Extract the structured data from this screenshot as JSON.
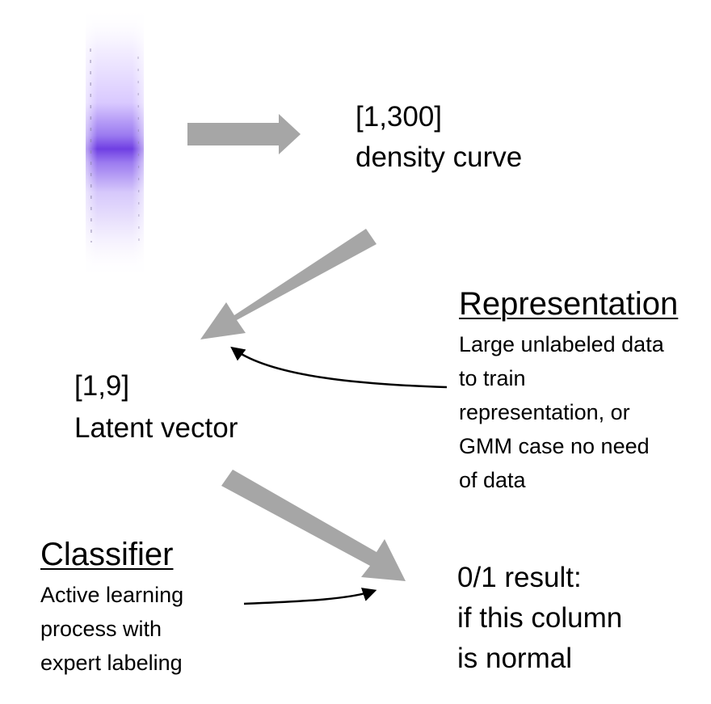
{
  "density": {
    "line1": "[1,300]",
    "line2": "density curve"
  },
  "latent": {
    "line1": "[1,9]",
    "line2": "Latent vector"
  },
  "representation": {
    "heading": "Representation",
    "lines": [
      "Large unlabeled data",
      "to train",
      "representation, or",
      "GMM case no need",
      "of data"
    ]
  },
  "classifier": {
    "heading": "Classifier",
    "lines": [
      "Active learning",
      "process with",
      "expert labeling"
    ]
  },
  "result": {
    "lines": [
      "0/1 result:",
      "if this column",
      "is normal"
    ]
  },
  "colors": {
    "band_purple": "#7b4fe6",
    "arrow_gray": "#a6a6a6",
    "text": "#000000"
  },
  "icons": {
    "gel_strip": "gel-column-image",
    "big_arrows": "process-flow-arrow",
    "curved_arrows": "annotation-pointer-arrow"
  }
}
